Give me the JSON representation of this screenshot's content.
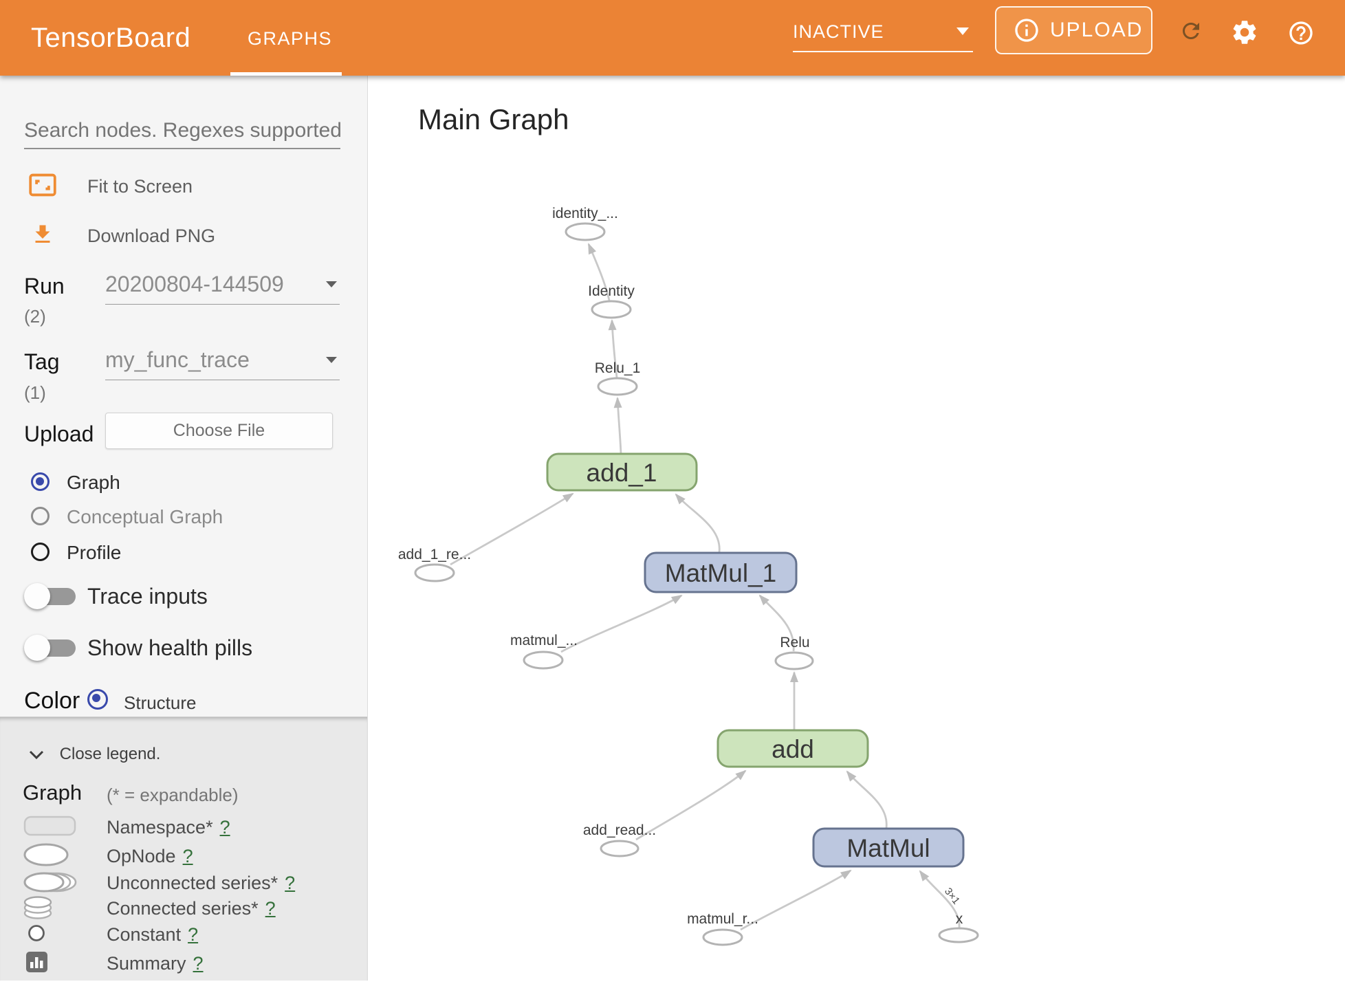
{
  "header": {
    "logo": "TensorBoard",
    "tab_graphs": "GRAPHS",
    "status_value": "INACTIVE",
    "upload_label": "UPLOAD"
  },
  "sidebar": {
    "search_placeholder": "Search nodes. Regexes supported.",
    "fit_to_screen": "Fit to Screen",
    "download_png": "Download PNG",
    "run_label": "Run",
    "run_count": "(2)",
    "run_value": "20200804-144509",
    "tag_label": "Tag",
    "tag_count": "(1)",
    "tag_value": "my_func_trace",
    "upload_label": "Upload",
    "choose_file": "Choose File",
    "radio_graph": "Graph",
    "radio_conceptual": "Conceptual Graph",
    "radio_profile": "Profile",
    "toggle_trace": "Trace inputs",
    "toggle_health": "Show health pills",
    "color_label": "Color",
    "color_option": "Structure"
  },
  "legend": {
    "close": "Close legend.",
    "title": "Graph",
    "expandable_note": "(* = expandable)",
    "items": [
      {
        "icon": "namespace",
        "label": "Namespace*",
        "help": "?"
      },
      {
        "icon": "opnode",
        "label": "OpNode",
        "help": "?"
      },
      {
        "icon": "unconnected-series",
        "label": "Unconnected series*",
        "help": "?"
      },
      {
        "icon": "connected-series",
        "label": "Connected series*",
        "help": "?"
      },
      {
        "icon": "constant",
        "label": "Constant",
        "help": "?"
      },
      {
        "icon": "summary",
        "label": "Summary",
        "help": "?"
      }
    ]
  },
  "main": {
    "title": "Main Graph"
  },
  "graph": {
    "nodes": [
      {
        "id": "identity_out",
        "label": "identity_...",
        "kind": "op"
      },
      {
        "id": "Identity",
        "label": "Identity",
        "kind": "op"
      },
      {
        "id": "Relu_1",
        "label": "Relu_1",
        "kind": "op"
      },
      {
        "id": "add_1",
        "label": "add_1",
        "kind": "namespace-green"
      },
      {
        "id": "add_1_read",
        "label": "add_1_re...",
        "kind": "op"
      },
      {
        "id": "MatMul_1",
        "label": "MatMul_1",
        "kind": "namespace-blue"
      },
      {
        "id": "matmul_read_1",
        "label": "matmul_...",
        "kind": "op"
      },
      {
        "id": "Relu",
        "label": "Relu",
        "kind": "op"
      },
      {
        "id": "add",
        "label": "add",
        "kind": "namespace-green"
      },
      {
        "id": "add_read",
        "label": "add_read...",
        "kind": "op"
      },
      {
        "id": "MatMul",
        "label": "MatMul",
        "kind": "namespace-blue"
      },
      {
        "id": "matmul_read",
        "label": "matmul_r...",
        "kind": "op"
      },
      {
        "id": "x",
        "label": "x",
        "kind": "op"
      }
    ],
    "edges": [
      {
        "from": "Identity",
        "to": "identity_out"
      },
      {
        "from": "Relu_1",
        "to": "Identity"
      },
      {
        "from": "add_1",
        "to": "Relu_1"
      },
      {
        "from": "add_1_read",
        "to": "add_1"
      },
      {
        "from": "MatMul_1",
        "to": "add_1"
      },
      {
        "from": "matmul_read_1",
        "to": "MatMul_1"
      },
      {
        "from": "Relu",
        "to": "MatMul_1"
      },
      {
        "from": "add",
        "to": "Relu"
      },
      {
        "from": "add_read",
        "to": "add"
      },
      {
        "from": "MatMul",
        "to": "add"
      },
      {
        "from": "matmul_read",
        "to": "MatMul"
      },
      {
        "from": "x",
        "to": "MatMul",
        "shape_label": "3×1"
      }
    ]
  },
  "colors": {
    "header_orange": "#eb8335",
    "upload_button_orange": "#f09449",
    "icon_orange": "#ef8c33",
    "namespace_green_fill": "#cde4bc",
    "namespace_green_border": "#85a46e",
    "namespace_blue_fill": "#bcc7df",
    "namespace_blue_border": "#66738f",
    "op_node_stroke": "#b3b3b3",
    "edge_gray": "#c9c9c9",
    "selected_radio_blue": "#3949ab",
    "legend_help_green": "#35713b",
    "sidebar_bg": "#f5f5f5",
    "legend_bg": "#e9e9e9"
  }
}
